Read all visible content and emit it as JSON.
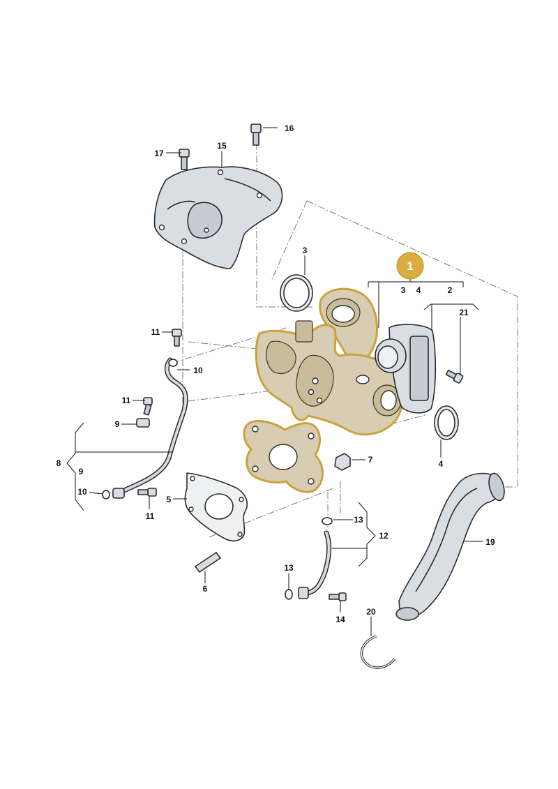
{
  "diagram": {
    "highlight_color": "#d9ae3f",
    "callout_number": "1",
    "callout_sub": {
      "a": "3",
      "b": "4",
      "c": "2"
    },
    "labels": {
      "p2_sub": "21",
      "p3": "3",
      "p4": "4",
      "p5": "5",
      "p6": "6",
      "p7": "7",
      "p8": "8",
      "p9_a": "9",
      "p9_b": "9",
      "p10_a": "10",
      "p10_b": "10",
      "p11_a": "11",
      "p11_b": "11",
      "p11_c": "11",
      "p12": "12",
      "p13_a": "13",
      "p13_b": "13",
      "p14": "14",
      "p15": "15",
      "p16": "16",
      "p17": "17",
      "p19": "19",
      "p20": "20"
    }
  }
}
